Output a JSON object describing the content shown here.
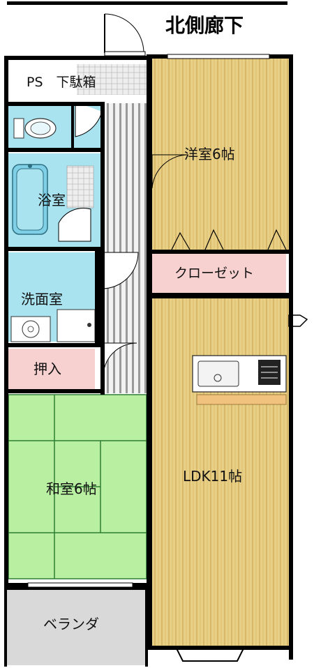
{
  "header": {
    "corridor": "北側廊下"
  },
  "rooms": {
    "ps_shoe": "PS　下駄箱",
    "western": "洋室6帖",
    "bath": "浴室",
    "closet": "クローゼット",
    "washroom": "洗面室",
    "oshiire": "押入",
    "washitsu": "和室6帖",
    "ldk": "LDK11帖",
    "veranda": "ベランダ"
  },
  "colors": {
    "wood": "#e8cf86",
    "wood_line": "#c9a24a",
    "tatami": "#b8efa0",
    "tatami_line": "#2e7d32",
    "water": "#a9e3ef",
    "closet": "#f7d0d0",
    "veranda": "#d9d9d9",
    "wall": "#000000"
  }
}
